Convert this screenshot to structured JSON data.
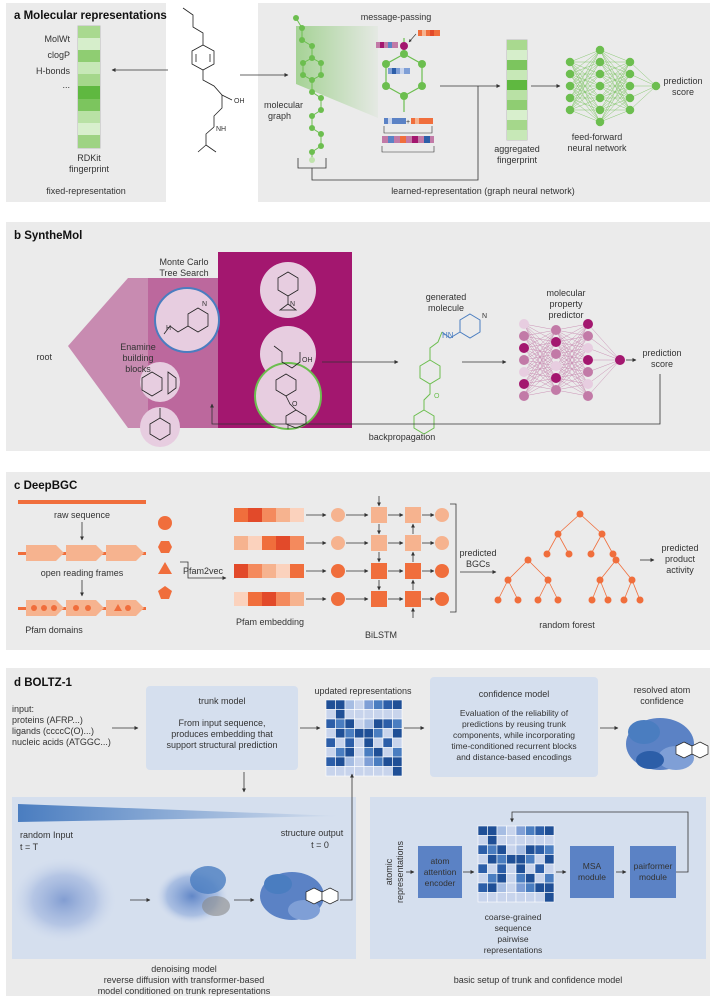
{
  "panel_a": {
    "title": "a Molecular representations",
    "features": [
      "MolWt",
      "clogP",
      "H-bonds",
      "..."
    ],
    "fingerprint_label": [
      "RDKit",
      "fingerprint"
    ],
    "fixed_caption": "fixed-representation",
    "molecular_graph": [
      "molecular",
      "graph"
    ],
    "message_passing": "message-passing",
    "aggregated": [
      "aggregated",
      "fingerprint"
    ],
    "ffnn": [
      "feed-forward",
      "neural network"
    ],
    "prediction": [
      "prediction",
      "score"
    ],
    "learned_caption": "learned-representation (graph neural network)",
    "atom_oh": "OH",
    "atom_nh": "NH"
  },
  "panel_b": {
    "title": "b SyntheMol",
    "mcts": [
      "Monte Carlo",
      "Tree Search"
    ],
    "root": "root",
    "enamine": [
      "Enamine",
      "building",
      "blocks"
    ],
    "generated": [
      "generated",
      "molecule"
    ],
    "property": [
      "molecular",
      "property",
      "predictor"
    ],
    "prediction": [
      "prediction",
      "score"
    ],
    "backprop": "backpropagation",
    "atom_n": "N",
    "atom_h": "H",
    "atom_nh": "HN",
    "atom_o": "O",
    "atom_oh": "OH"
  },
  "panel_c": {
    "title": "c DeepBGC",
    "raw": "raw sequence",
    "orf": "open reading frames",
    "pfam": "Pfam domains",
    "pfam2vec": "Pfam2vec",
    "embedding": "Pfam embedding",
    "bilstm": "BiLSTM",
    "predicted_bgcs": [
      "predicted",
      "BGCs"
    ],
    "forest": "random forest",
    "activity": [
      "predicted",
      "product",
      "activity"
    ]
  },
  "panel_d": {
    "title": "d BOLTZ-1",
    "input": [
      "input:",
      "proteins (AFRP...)",
      "ligands (ccccC(O)...)",
      "nucleic acids (ATGGC...)"
    ],
    "trunk_title": "trunk model",
    "trunk_body": [
      "From input sequence,",
      "produces embedding that",
      "support structural prediction"
    ],
    "updated": "updated representations",
    "conf_title": "confidence model",
    "conf_body": [
      "Evaluation of the reliability of",
      "predictions by reusing trunk",
      "components, while incorporating",
      "time-conditioned recurrent blocks",
      "and distance-based encodings"
    ],
    "resolved": [
      "resolved atom",
      "confidence"
    ],
    "random_input": [
      "random Input",
      "t = T"
    ],
    "structure_output": [
      "structure output",
      "t = 0"
    ],
    "denoising": [
      "denoising model",
      "reverse diffusion with transformer-based",
      "model conditioned on trunk representations"
    ],
    "atomic": [
      "atomic",
      "representations"
    ],
    "atom_enc": [
      "atom",
      "attention",
      "encoder"
    ],
    "coarse": [
      "coarse-grained",
      "sequence"
    ],
    "pairwise": [
      "pairwise",
      "representations"
    ],
    "msa": [
      "MSA",
      "module"
    ],
    "pairformer": [
      "pairformer",
      "module"
    ],
    "basic_setup": "basic setup of trunk and confidence model"
  },
  "colors": {
    "panel_bg": "#ebebeb",
    "green": "#6cbe4f",
    "green_light": "#bfe3ac",
    "magenta": "#a3176f",
    "mauve": "#c27aa7",
    "pink_circle": "#e7cde0",
    "orange": "#f06e3c",
    "orange_light": "#f6b38f",
    "blue": "#4a7dc0",
    "blue_dark": "#2c5ea8",
    "blue_box": "#d5dfee"
  }
}
